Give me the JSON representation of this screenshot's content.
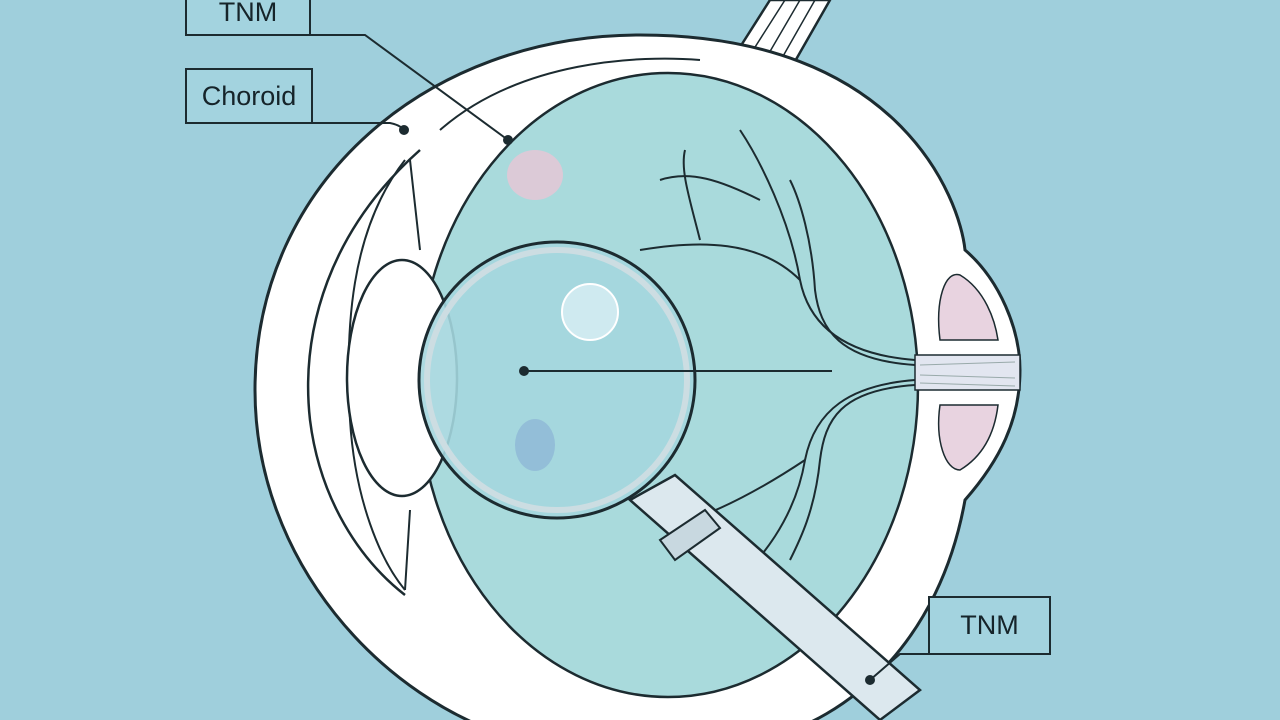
{
  "labels": {
    "top_tnm": "TNM",
    "choroid": "Choroid",
    "bottom_tnm": "TNM"
  },
  "colors": {
    "background": "#9fcfdc",
    "globe": "#a9dadc",
    "sclera": "#ffffff",
    "outline": "#1c2b30",
    "nerve_fibers": "#e8d3e0",
    "highlight_spot": "#e8c6d6"
  }
}
